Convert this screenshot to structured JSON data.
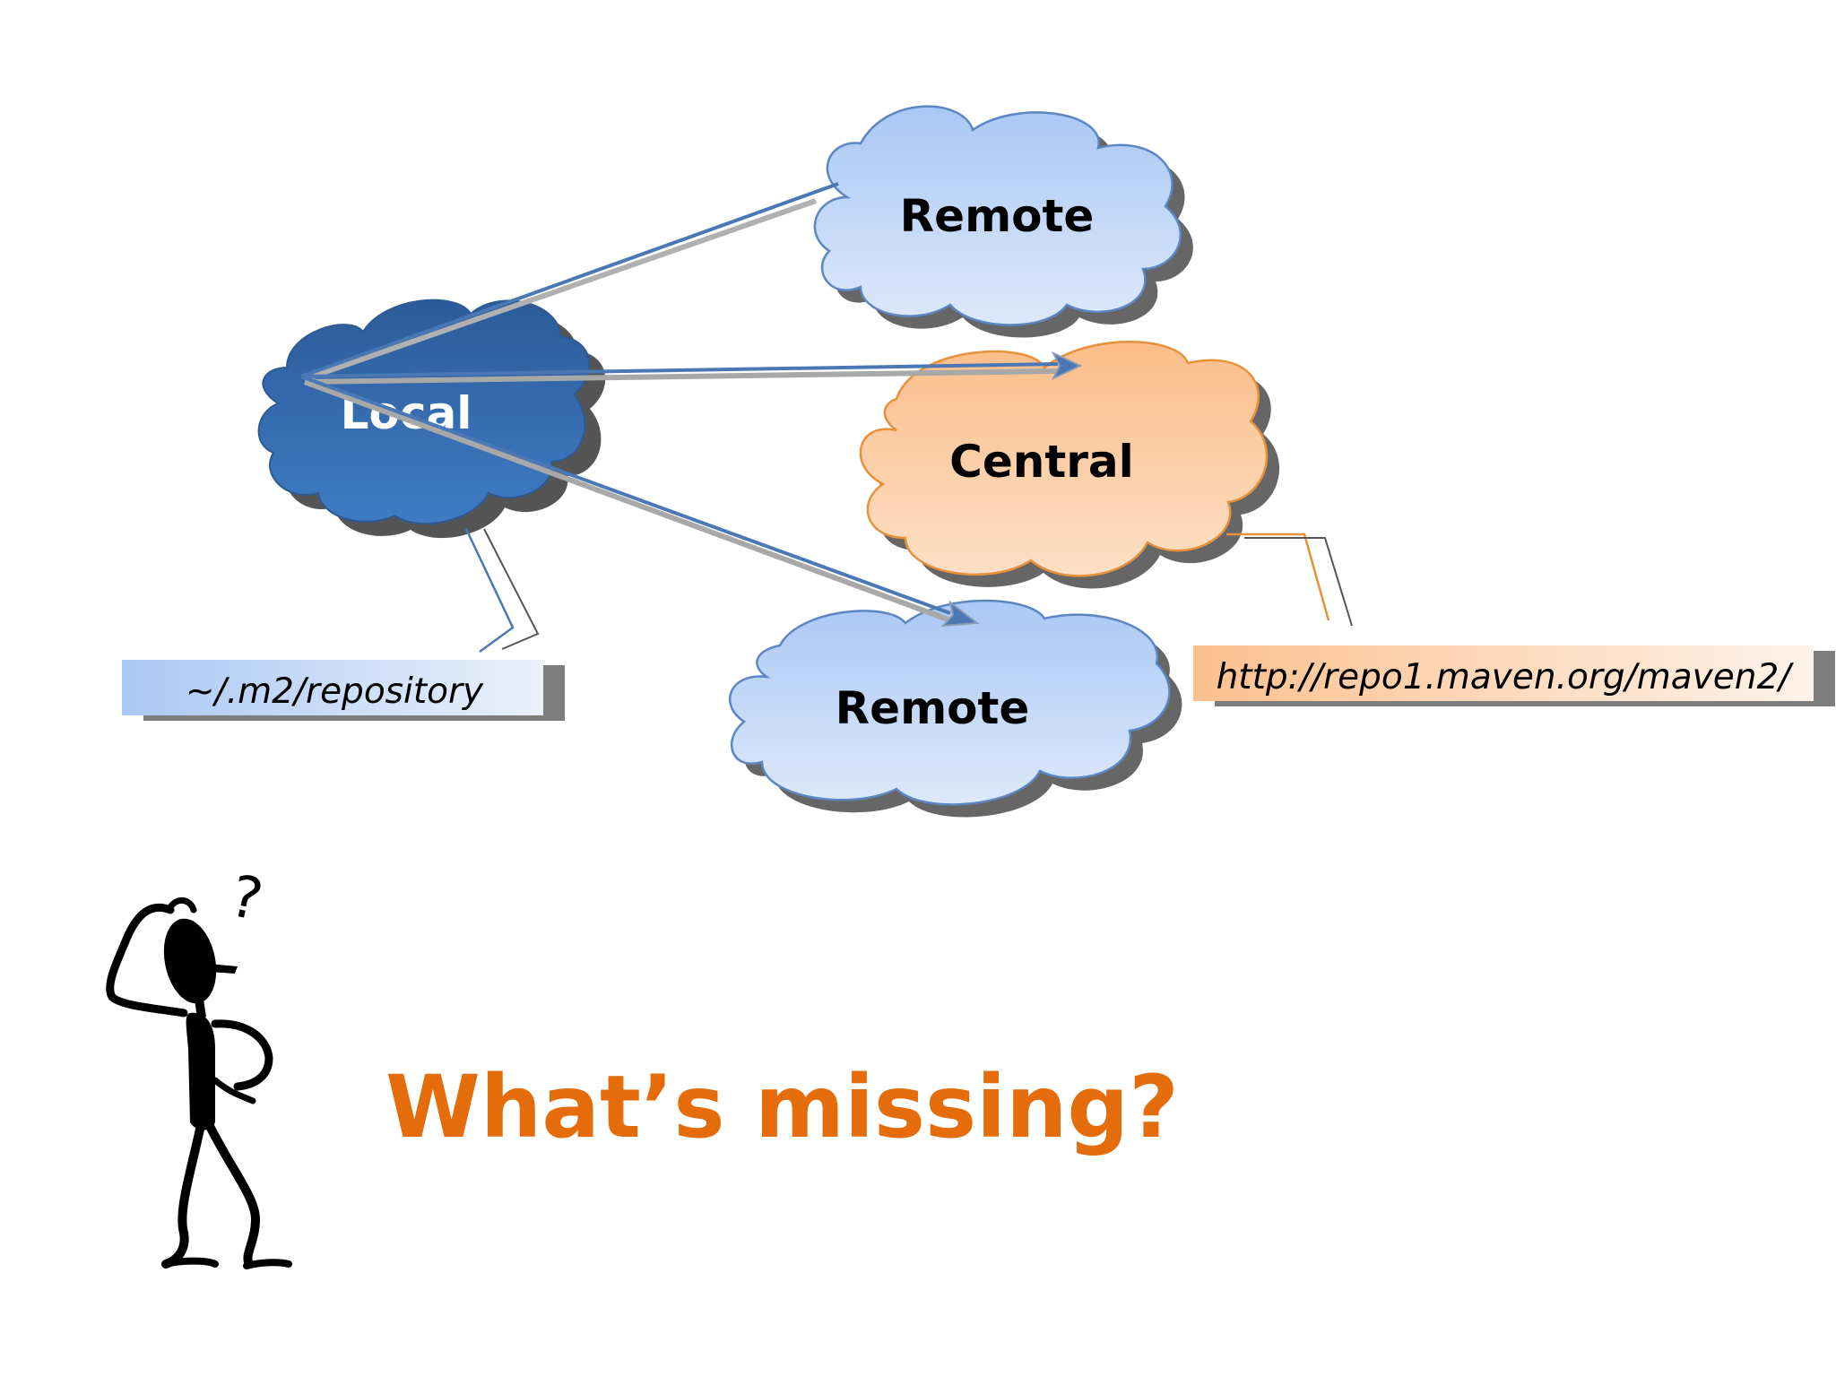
{
  "diagram": {
    "clouds": {
      "local": {
        "label": "Local"
      },
      "remote_top": {
        "label": "Remote"
      },
      "central": {
        "label": "Central"
      },
      "remote_bottom": {
        "label": "Remote"
      }
    },
    "callouts": {
      "local_path": "~/.m2/repository",
      "central_url": "http://repo1.maven.org/maven2/"
    },
    "question_mark": "?",
    "headline": "What’s missing?"
  },
  "colors": {
    "local_cloud": "#3d74b8",
    "remote_cloud": "#b8d2f7",
    "central_cloud": "#fcc597",
    "arrow": "#4a78b5",
    "headline": "#e46c0a"
  },
  "icons": {
    "thinking_figure": "thinking-stick-figure-icon",
    "arrowheads": "arrowhead-icon"
  }
}
